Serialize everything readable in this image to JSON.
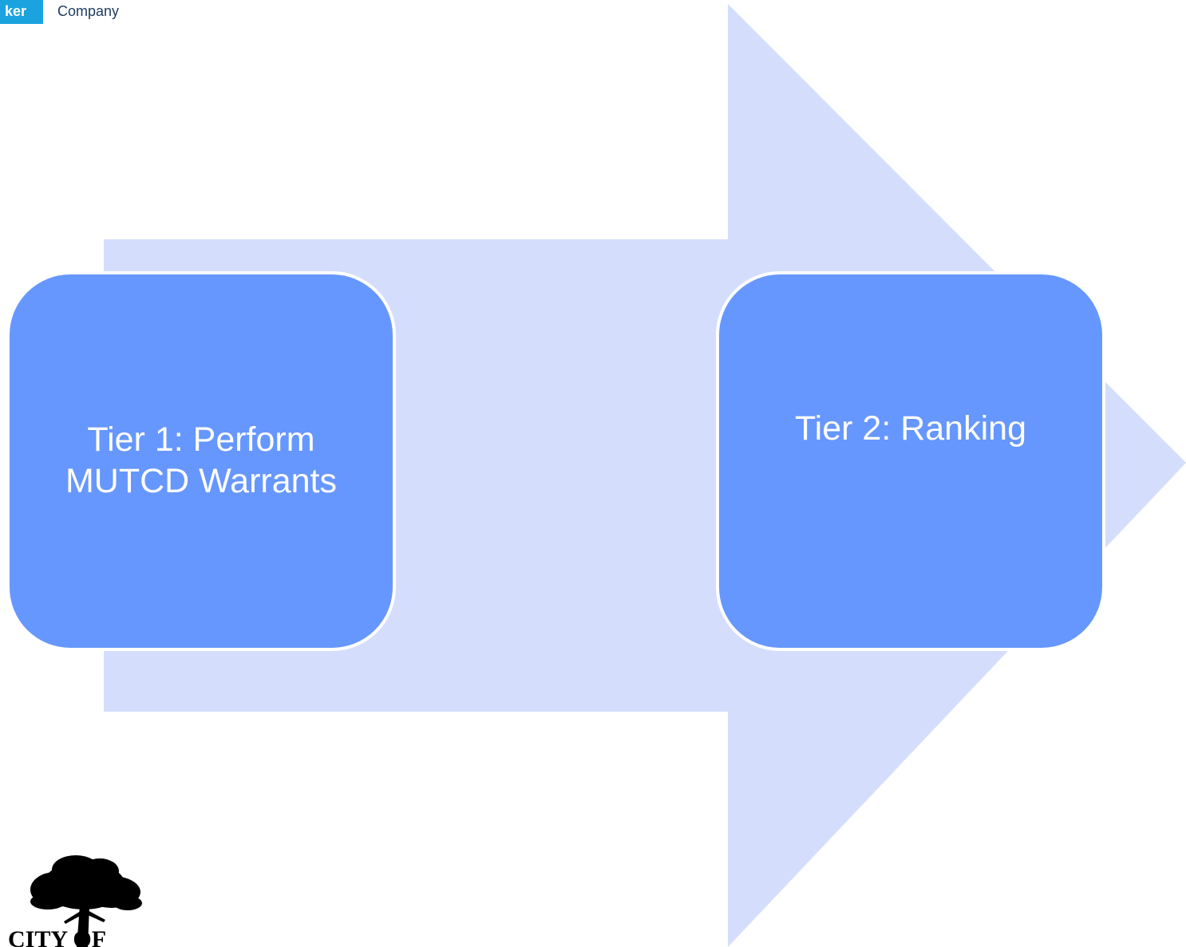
{
  "header": {
    "brand_left": "ker",
    "brand_right": "Company",
    "brand_left_bg": "#1ba3e0"
  },
  "diagram": {
    "arrow_color": "#d4defc",
    "box_color": "#6697fe",
    "box_border_color": "#ffffff",
    "tiers": [
      {
        "label": "Tier 1: Perform MUTCD Warrants"
      },
      {
        "label": "Tier 2: Ranking"
      }
    ]
  },
  "footer_logo": {
    "text": "CITY OF",
    "icon": "oak-tree-icon"
  }
}
